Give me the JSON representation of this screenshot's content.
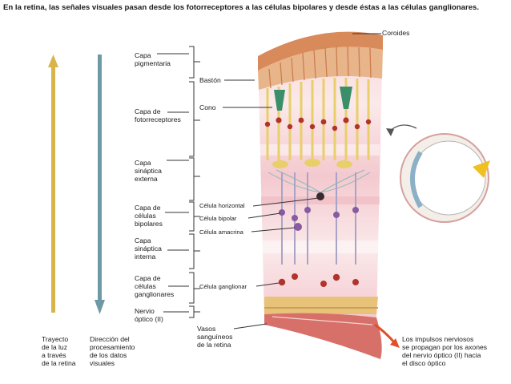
{
  "title": "En la retina, las señales visuales pasan desde los fotorreceptores a las células bipolares y desde éstas a las células ganglionares.",
  "colors": {
    "light_arrow": "#d9b44a",
    "processing_arrow": "#6e9aa6",
    "retina_pink": "#f3c9cf",
    "pigment": "#e0a77a",
    "cell_red": "#b0342b",
    "axon_yellow": "#e8cf6a",
    "impulse_arrow": "#e0502a"
  },
  "layers": {
    "pigment": "Capa\npigmentaria",
    "photoreceptors": "Capa de\nfotorreceptores",
    "outer_synaptic": "Capa\nsináptica\nexterna",
    "bipolar": "Capa de\ncélulas\nbipolares",
    "inner_synaptic": "Capa\nsináptica\ninterna",
    "ganglion": "Capa de\ncélulas\nganglionares",
    "optic_nerve": "Nervio\nóptico (II)"
  },
  "cells": {
    "choroid": "Coroides",
    "rod": "Bastón",
    "cone": "Cono",
    "horizontal": "Célula horizontal",
    "bipolar": "Célula bipolar",
    "amacrine": "Célula amacrina",
    "ganglion": "Célula ganglionar",
    "vessels": "Vasos\nsanguíneos\nde la retina"
  },
  "arrows": {
    "light_path": "Trayecto\nde la luz\na través\nde la retina",
    "processing": "Dirección del\nprocesamiento\nde los datos\nvisuales"
  },
  "impulses": "Los impulsos nerviosos\nse propagan por los axones\ndel nervio óptico (II) hacia\nel disco óptico"
}
